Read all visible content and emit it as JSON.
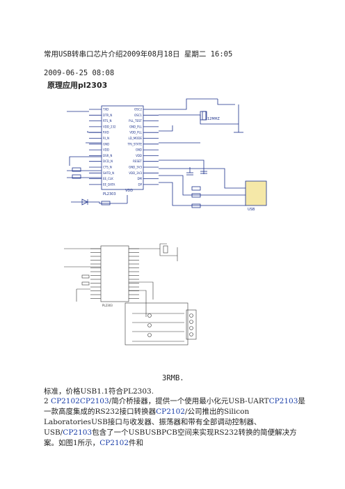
{
  "header": {
    "title": "常用USB转串口芯片介绍2009年08月18日 星期二 16:05",
    "date2": "2009-06-25 08:08",
    "heading": "原理应用pl2303"
  },
  "schematic1": {
    "chip_label": "PL2303",
    "pins_left": [
      "TXD",
      "DTR_N",
      "RTS_N",
      "VDD_232",
      "RXD",
      "RI_N",
      "GND",
      "VDD",
      "DSR_N",
      "DCD_N",
      "CTS_N",
      "SHTD_N",
      "EE_CLK",
      "EE_DATA"
    ],
    "pins_right": [
      "OSC2",
      "OSC1",
      "PLL_TEST",
      "GND_PLL",
      "VDD_PLL",
      "LD_MODE",
      "TRI_STATE",
      "GND",
      "VDD",
      "RESET",
      "GND_3V3",
      "VDD_3V3",
      "DM",
      "DP"
    ],
    "crystal_label": "12MHZ",
    "usb_label": "USB",
    "power_label": "VDD"
  },
  "schematic2": {
    "chip_label": "PL2303"
  },
  "caption": "3RMB.",
  "paragraphs": {
    "p1": "标准，价格USB1.1符合PL2303.",
    "p2_parts": [
      {
        "t": "2 ",
        "blue": false
      },
      {
        "t": "CP2102CP2103",
        "blue": true
      },
      {
        "t": "/简介桥接器，提供一个使用最小化元USB-UART",
        "blue": false
      },
      {
        "t": "CP2103",
        "blue": true
      },
      {
        "t": "是一款高度集成的RS232接口转换器",
        "blue": false
      },
      {
        "t": "CP2102",
        "blue": true
      },
      {
        "t": "/公司推出的Silicon LaboratoriesUSB接口与收发器、振荡器和带有全部调动控制器、USB/",
        "blue": false
      },
      {
        "t": "CP2103",
        "blue": true
      },
      {
        "t": "包含了一个USBUSBPCB空间来实现RS232转换的简便解决方案。如图1所示，",
        "blue": false
      },
      {
        "t": "CP2102",
        "blue": true
      },
      {
        "t": "件和",
        "blue": false
      }
    ]
  }
}
